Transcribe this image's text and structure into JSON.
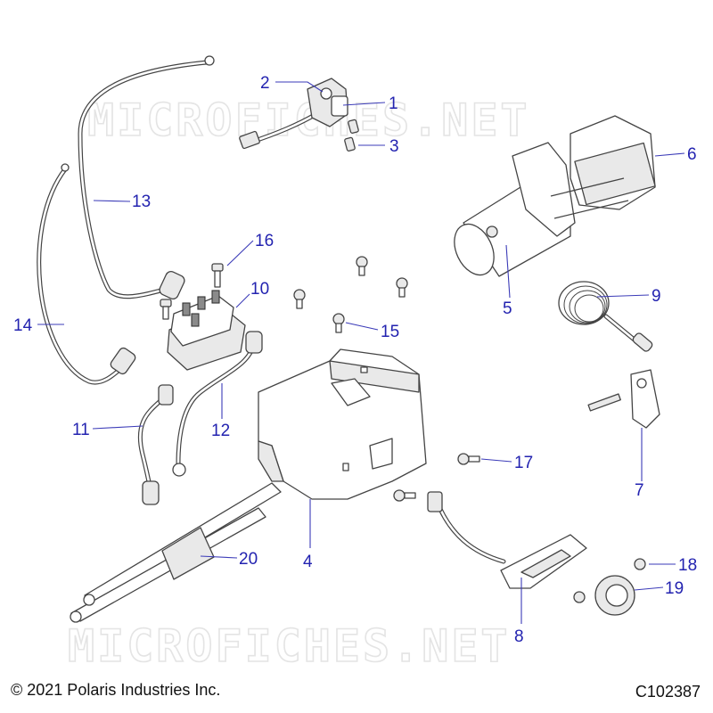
{
  "watermark": {
    "text": "MICROFICHES.NET"
  },
  "footer": {
    "copyright": "© 2021 Polaris Industries Inc.",
    "diagram_code": "C102387"
  },
  "callouts": [
    {
      "id": "1",
      "label": "1"
    },
    {
      "id": "2",
      "label": "2"
    },
    {
      "id": "3",
      "label": "3"
    },
    {
      "id": "4",
      "label": "4"
    },
    {
      "id": "5",
      "label": "5"
    },
    {
      "id": "6",
      "label": "6"
    },
    {
      "id": "7",
      "label": "7"
    },
    {
      "id": "8",
      "label": "8"
    },
    {
      "id": "9",
      "label": "9"
    },
    {
      "id": "10",
      "label": "10"
    },
    {
      "id": "11",
      "label": "11"
    },
    {
      "id": "12",
      "label": "12"
    },
    {
      "id": "13",
      "label": "13"
    },
    {
      "id": "14",
      "label": "14"
    },
    {
      "id": "15",
      "label": "15"
    },
    {
      "id": "16",
      "label": "16"
    },
    {
      "id": "17",
      "label": "17"
    },
    {
      "id": "18",
      "label": "18"
    },
    {
      "id": "19",
      "label": "19"
    },
    {
      "id": "20",
      "label": "20"
    }
  ]
}
